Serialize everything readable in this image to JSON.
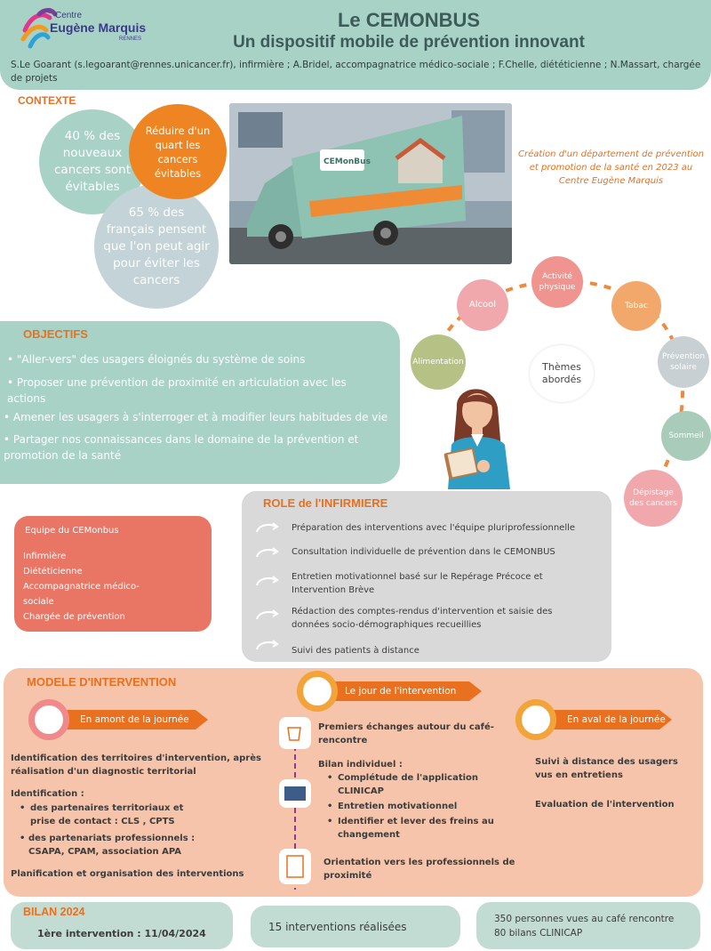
{
  "header": {
    "logo_line1": "Centre",
    "logo_line2": "Eugène Marquis",
    "logo_line3": "RENNES",
    "title": "Le CEMONBUS",
    "subtitle": "Un dispositif mobile de prévention innovant",
    "authors": "S.Le Goarant (s.legoarant@rennes.unicancer.fr), infirmière ;  A.Bridel, accompagnatrice médico-sociale ; F.Chelle, diététicienne ; N.Massart, chargée de projets"
  },
  "contexte": {
    "title": "CONTEXTE",
    "bubble1": "40 % des nouveaux cancers sont évitables",
    "bubble2": "Réduire d'un quart les cancers évitables",
    "bubble3": "65 % des français pensent que l'on peut agir pour éviter les cancers",
    "creation": "Création d'un département de prévention et promotion de la santé en 2023 au Centre Eugène Marquis",
    "bus_logo": "CEMonBus"
  },
  "themes": {
    "center": "Thèmes abordés",
    "items": [
      "Activité physique",
      "Tabac",
      "Prévention solaire",
      "Sommeil",
      "Dépistage des cancers",
      "Alimentation",
      "Alcool"
    ]
  },
  "objectifs": {
    "title": "OBJECTIFS",
    "items": [
      "• \"Aller-vers\"  des usagers éloignés du système de soins",
      "• Proposer une prévention de proximité en articulation avec les actions",
      "• Amener les usagers à s'interroger et à modifier leurs habitudes de vie",
      "• Partager nos connaissances dans le domaine de la prévention et promotion de la santé"
    ]
  },
  "role": {
    "title": "ROLE de l'INFIRMIERE",
    "items": [
      "Préparation des interventions avec l'équipe pluriprofessionnelle",
      "Consultation individuelle de prévention dans le CEMONBUS",
      "Entretien motivationnel basé sur le Repérage Précoce et Intervention Brève",
      "Rédaction des comptes-rendus d'intervention et saisie des données socio-démographiques recueillies",
      "Suivi des patients à distance"
    ]
  },
  "equipe": {
    "title": "Equipe du CEMonbus",
    "members": [
      "Infirmière",
      "Diététicienne",
      "Accompagnatrice médico-sociale",
      "Chargée de prévention"
    ]
  },
  "modele": {
    "title": "MODELE D'INTERVENTION",
    "amont": {
      "label": "En amont de la journée",
      "text1": "Identification des territoires d'intervention, après réalisation d'un diagnostic territorial",
      "text2": "Identification :",
      "bullet1": "des partenaires territoriaux  et prise de contact : CLS , CPTS",
      "bullet2": "des partenariats professionnels : CSAPA, CPAM, association APA",
      "text3": "Planification et organisation des interventions"
    },
    "jour": {
      "label": "Le jour de l'intervention",
      "text1": "Premiers échanges autour du café-rencontre",
      "text2": "Bilan individuel :",
      "bullet1": "Complétude de l'application CLINICAP",
      "bullet2": "Entretien motivationnel",
      "bullet3": "Identifier et lever des freins au changement",
      "text3": "Orientation vers les professionnels de proximité"
    },
    "aval": {
      "label": "En aval de la journée",
      "text1": "Suivi à distance des  usagers vus  en entretiens",
      "text2": "Evaluation de l'intervention"
    }
  },
  "bilan": {
    "title": "BILAN 2024",
    "first": "1ère intervention  : 11/04/2024",
    "interventions": "15 interventions réalisées",
    "persons": "350 personnes vues au café rencontre",
    "bilans": "80 bilans CLINICAP"
  },
  "colors": {
    "mint": "#a9d2c7",
    "orange": "#e8701e",
    "salmon": "#e97565",
    "peach": "#f6c4aa",
    "grey": "#d9d9d9"
  }
}
